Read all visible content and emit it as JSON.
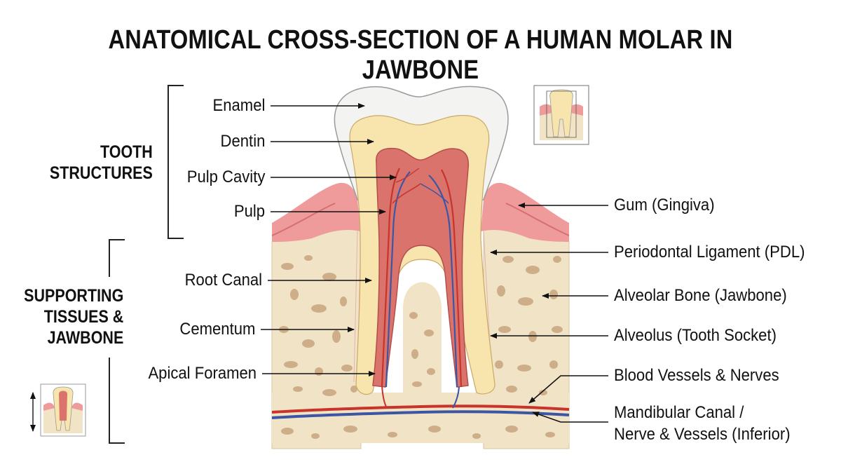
{
  "title": "ANATOMICAL CROSS-SECTION OF A HUMAN MOLAR IN JAWBONE",
  "groups": {
    "tooth_structures": [
      "TOOTH",
      "STRUCTURES"
    ],
    "supporting": [
      "SUPPORTING",
      "TISSUES &",
      "JAWBONE"
    ]
  },
  "left_labels": {
    "enamel": "Enamel",
    "dentin": "Dentin",
    "pulp_cavity": "Pulp Cavity",
    "pulp": "Pulp",
    "root_canal": "Root Canal",
    "cementum": "Cementum",
    "apical_foramen": "Apical Foramen"
  },
  "right_labels": {
    "gum": "Gum (Gingiva)",
    "pdl": "Periodontal Ligament (PDL)",
    "alveolar_bone": "Alveolar Bone (Jawbone)",
    "alveolus": "Alveolus (Tooth Socket)",
    "vessels": "Blood Vessels & Nerves",
    "mandibular_1": "Mandibular Canal /",
    "mandibular_2": "Nerve & Vessels (Inferior)"
  },
  "colors": {
    "enamel": "#f3f3f1",
    "dentin": "#f8e4ad",
    "pulp": "#d9736c",
    "gum": "#ef9b9b",
    "bone": "#f1e3c6",
    "bone_spot": "#c9a57f",
    "artery": "#c8342c",
    "vein": "#3c55a5"
  }
}
